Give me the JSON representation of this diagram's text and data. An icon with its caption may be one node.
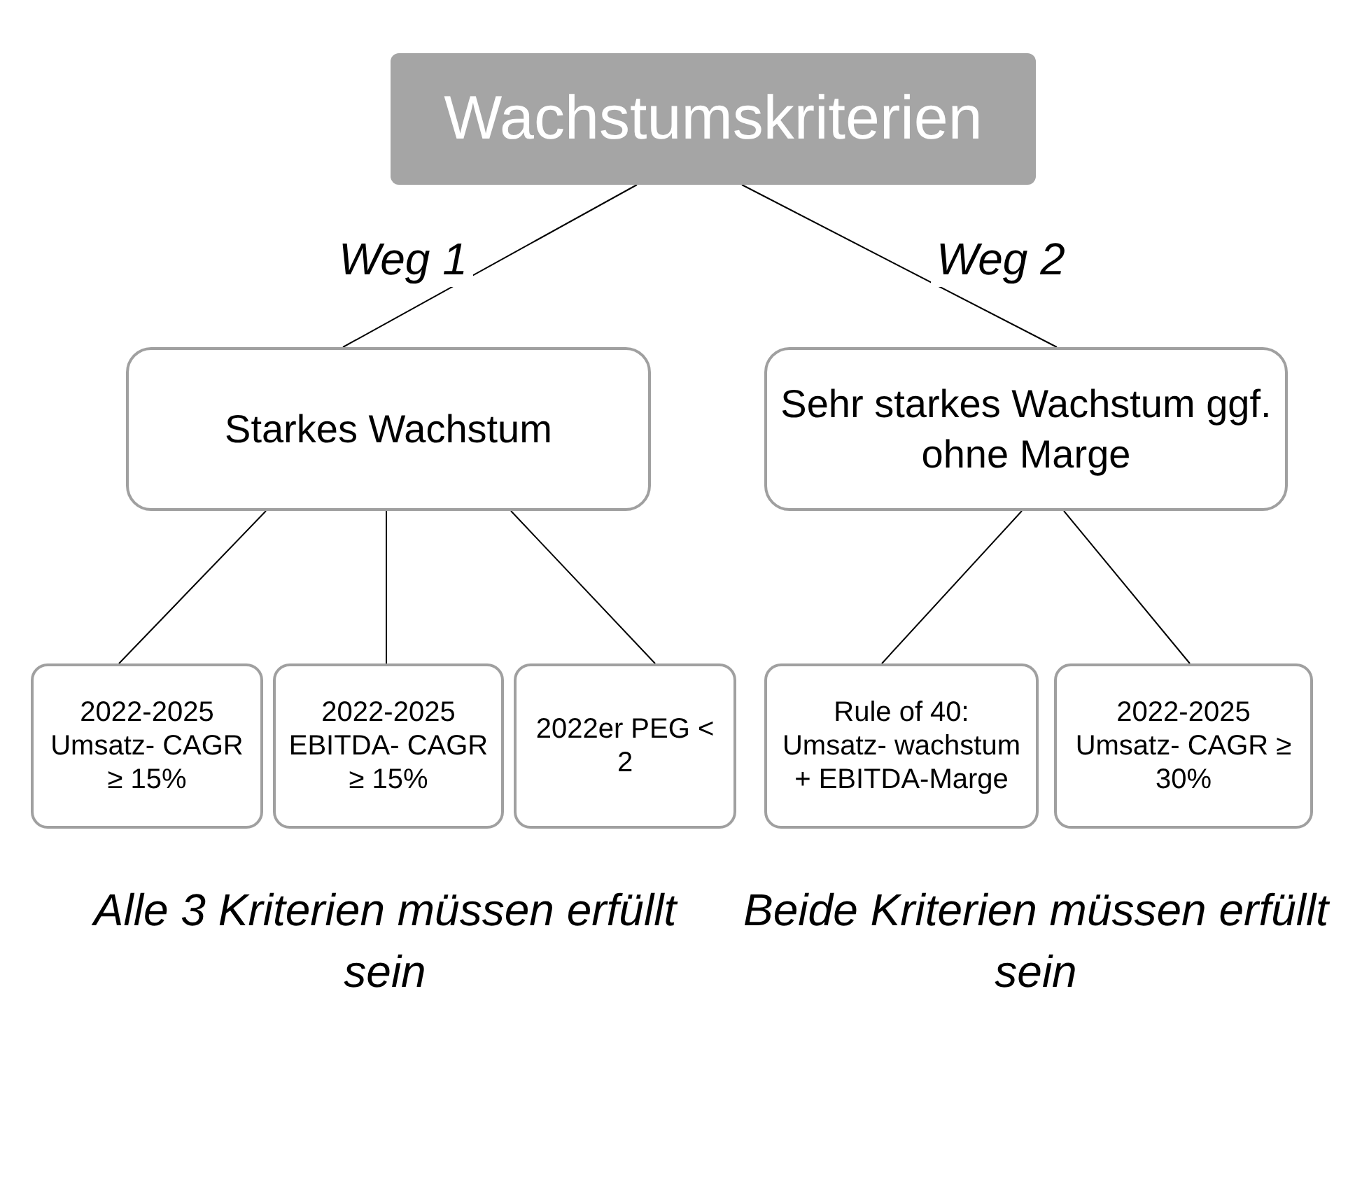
{
  "diagram": {
    "nodes": [
      {
        "text": [
          "Wachstumskriterien"
        ]
      },
      {
        "text": [
          "Starkes Wachstum"
        ]
      },
      {
        "text": [
          "Sehr starkes Wachstum ggf. ohne Marge"
        ]
      },
      {
        "text": [
          "2022-2025 Umsatz- CAGR ≥ 15%"
        ]
      },
      {
        "text": [
          "2022-2025 EBITDA- CAGR ≥ 15%"
        ]
      },
      {
        "text": [
          "2022er PEG < 2"
        ]
      },
      {
        "text": [
          "Rule of 40: Umsatz- wachstum + EBITDA-Marge"
        ]
      },
      {
        "text": [
          "2022-2025 Umsatz- CAGR ≥ 30%"
        ]
      }
    ],
    "edges": [
      {
        "from": 0,
        "to": 1,
        "arrow": "none",
        "label": "Weg 1"
      },
      {
        "from": 0,
        "to": 2,
        "arrow": "none",
        "label": "Weg 2"
      },
      {
        "from": 1,
        "to": 3,
        "arrow": "none"
      },
      {
        "from": 1,
        "to": 4,
        "arrow": "none"
      },
      {
        "from": 1,
        "to": 5,
        "arrow": "none"
      },
      {
        "from": 2,
        "to": 6,
        "arrow": "none"
      },
      {
        "from": 2,
        "to": 7,
        "arrow": "none"
      }
    ],
    "labels": [
      "Alle 3 Kriterien müssen erfüllt sein",
      "Beide Kriterien müssen erfüllt sein"
    ]
  }
}
